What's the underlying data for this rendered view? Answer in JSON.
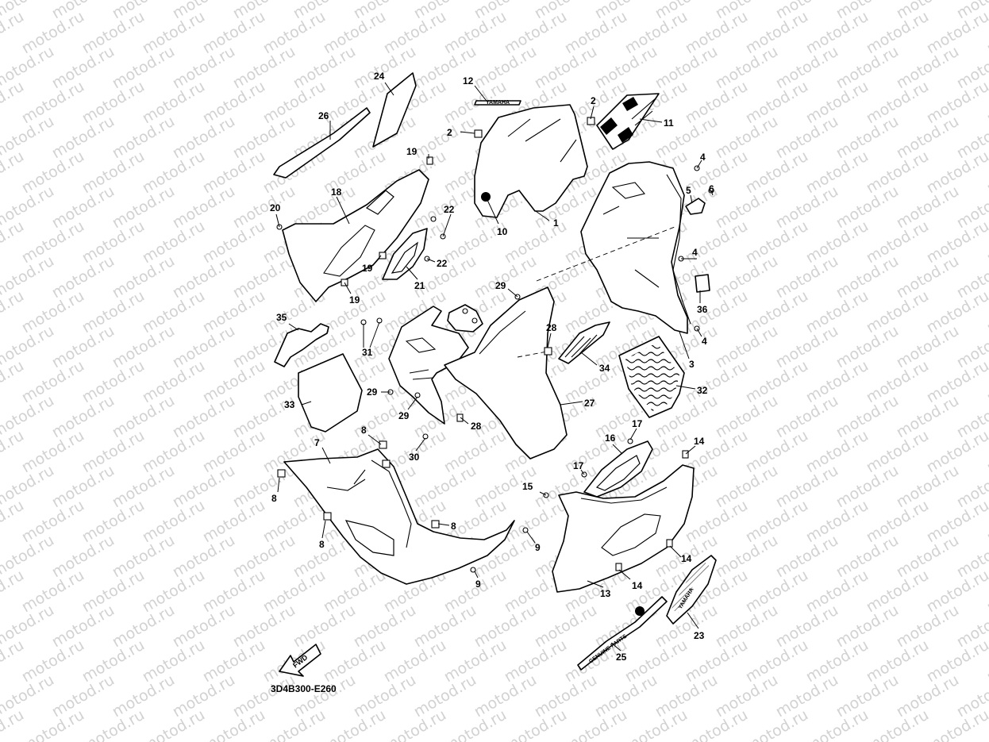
{
  "watermark": "motod.ru",
  "diagram_code": "3D4B300-E260",
  "direction_label": "FWD",
  "brand_mark": "YAMAHA",
  "stripe_text": "GENUINE PARTS",
  "callouts": [
    {
      "id": "c1",
      "label": "1"
    },
    {
      "id": "c2a",
      "label": "2"
    },
    {
      "id": "c2b",
      "label": "2"
    },
    {
      "id": "c3",
      "label": "3"
    },
    {
      "id": "c4a",
      "label": "4"
    },
    {
      "id": "c4b",
      "label": "4"
    },
    {
      "id": "c4c",
      "label": "4"
    },
    {
      "id": "c5",
      "label": "5"
    },
    {
      "id": "c6",
      "label": "6"
    },
    {
      "id": "c7",
      "label": "7"
    },
    {
      "id": "c8a",
      "label": "8"
    },
    {
      "id": "c8b",
      "label": "8"
    },
    {
      "id": "c8c",
      "label": "8"
    },
    {
      "id": "c8d",
      "label": "8"
    },
    {
      "id": "c9a",
      "label": "9"
    },
    {
      "id": "c9b",
      "label": "9"
    },
    {
      "id": "c10",
      "label": "10"
    },
    {
      "id": "c11",
      "label": "11"
    },
    {
      "id": "c12",
      "label": "12"
    },
    {
      "id": "c13",
      "label": "13"
    },
    {
      "id": "c14a",
      "label": "14"
    },
    {
      "id": "c14b",
      "label": "14"
    },
    {
      "id": "c14c",
      "label": "14"
    },
    {
      "id": "c15",
      "label": "15"
    },
    {
      "id": "c16",
      "label": "16"
    },
    {
      "id": "c17a",
      "label": "17"
    },
    {
      "id": "c17b",
      "label": "17"
    },
    {
      "id": "c18",
      "label": "18"
    },
    {
      "id": "c19a",
      "label": "19"
    },
    {
      "id": "c19b",
      "label": "19"
    },
    {
      "id": "c19c",
      "label": "19"
    },
    {
      "id": "c20",
      "label": "20"
    },
    {
      "id": "c21",
      "label": "21"
    },
    {
      "id": "c22a",
      "label": "22"
    },
    {
      "id": "c22b",
      "label": "22"
    },
    {
      "id": "c23",
      "label": "23"
    },
    {
      "id": "c24",
      "label": "24"
    },
    {
      "id": "c25",
      "label": "25"
    },
    {
      "id": "c26",
      "label": "26"
    },
    {
      "id": "c27",
      "label": "27"
    },
    {
      "id": "c28a",
      "label": "28"
    },
    {
      "id": "c28b",
      "label": "28"
    },
    {
      "id": "c29a",
      "label": "29"
    },
    {
      "id": "c29b",
      "label": "29"
    },
    {
      "id": "c29c",
      "label": "29"
    },
    {
      "id": "c30",
      "label": "30"
    },
    {
      "id": "c31",
      "label": "31"
    },
    {
      "id": "c32",
      "label": "32"
    },
    {
      "id": "c33",
      "label": "33"
    },
    {
      "id": "c34",
      "label": "34"
    },
    {
      "id": "c35",
      "label": "35"
    },
    {
      "id": "c36",
      "label": "36"
    }
  ]
}
